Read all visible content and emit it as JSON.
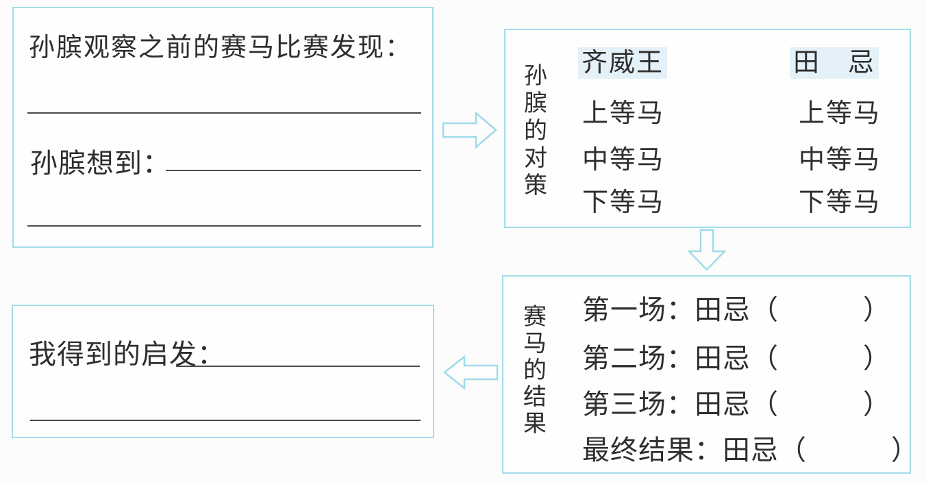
{
  "colors": {
    "box_border": "#a3dcea",
    "arrow_outline": "#9edbe9",
    "text": "#2e2e2e",
    "blank_line": "#4a4a4a",
    "header_highlight": "#e4f1f8",
    "background": "#fcfcfc"
  },
  "box_observation": {
    "prompt": "孙膑观察之前的赛马比赛发现：",
    "thought_label": "孙膑想到："
  },
  "box_strategy": {
    "side_label": "孙膑的对策",
    "columns": [
      {
        "header": "齐威王",
        "rows": [
          "上等马",
          "中等马",
          "下等马"
        ]
      },
      {
        "header": "田　忌",
        "rows": [
          "上等马",
          "中等马",
          "下等马"
        ]
      }
    ]
  },
  "box_result": {
    "side_label": "赛马的结果",
    "rows": [
      "第一场：田忌（　　　）",
      "第二场：田忌（　　　）",
      "第三场：田忌（　　　）",
      "最终结果：田忌（　　　）"
    ]
  },
  "box_insight": {
    "label": "我得到的启发："
  },
  "arrows": {
    "right": "flow-arrow-right",
    "down": "flow-arrow-down",
    "left": "flow-arrow-left"
  }
}
